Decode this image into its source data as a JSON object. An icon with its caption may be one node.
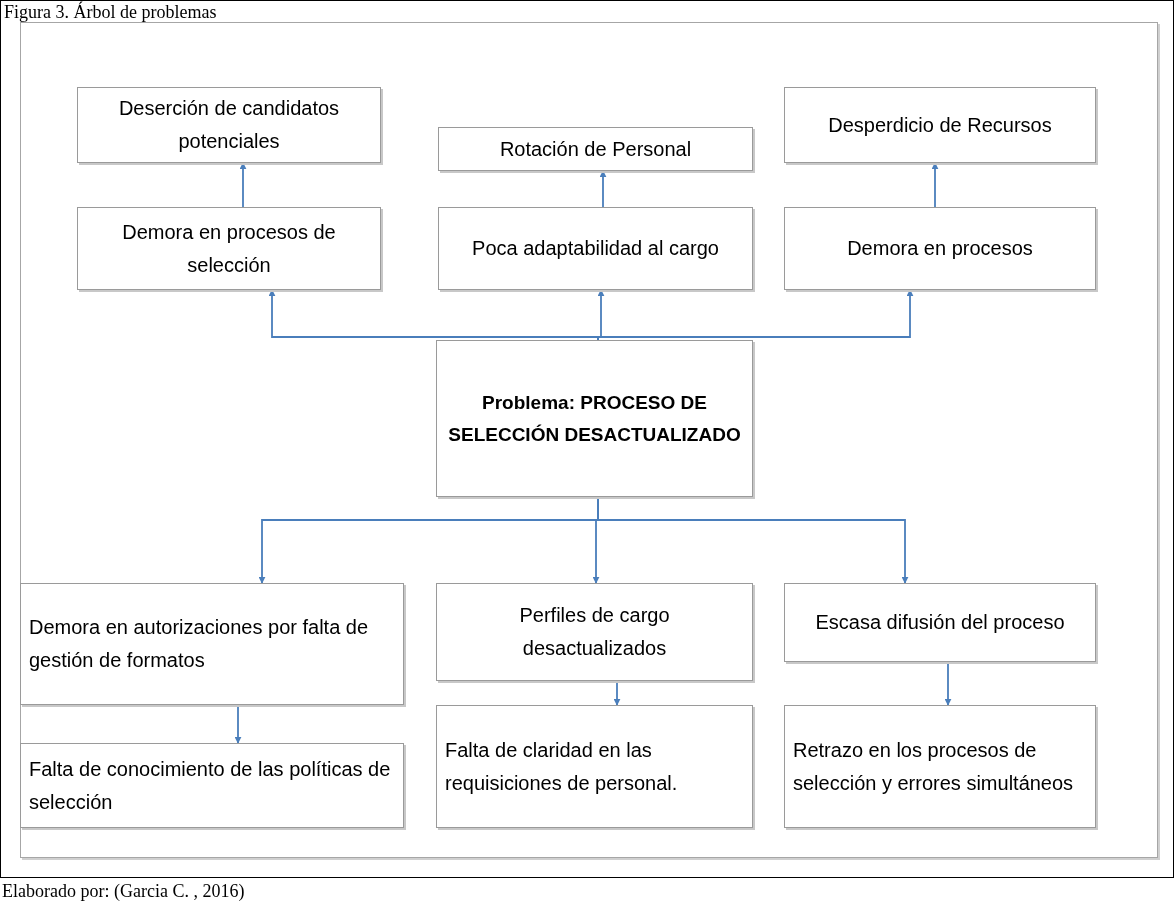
{
  "diagram": {
    "title": "Figura 3. Árbol de problemas",
    "caption": "Elaborado por: (Garcia C. , 2016)",
    "nodes": [
      {
        "text": [
          "Deserción de candidatos potenciales"
        ]
      },
      {
        "text": [
          "Rotación de Personal"
        ]
      },
      {
        "text": [
          "Desperdicio de Recursos"
        ]
      },
      {
        "text": [
          "Demora en procesos de selección"
        ]
      },
      {
        "text": [
          "Poca adaptabilidad al cargo"
        ]
      },
      {
        "text": [
          "Demora en procesos"
        ]
      },
      {
        "text": [
          "Problema: PROCESO DE SELECCIÓN DESACTUALIZADO"
        ]
      },
      {
        "text": [
          "Demora en autorizaciones por falta de gestión de formatos"
        ]
      },
      {
        "text": [
          "Perfiles de cargo desactualizados"
        ]
      },
      {
        "text": [
          "Escasa difusión del proceso"
        ]
      },
      {
        "text": [
          "Falta de conocimiento de las políticas de selección"
        ]
      },
      {
        "text": [
          "Falta de claridad en las requisiciones de personal."
        ]
      },
      {
        "text": [
          "Retrazo en los procesos de selección y errores simultáneos"
        ]
      }
    ],
    "edges": [
      {
        "from": 3,
        "to": 0,
        "arrow": "to"
      },
      {
        "from": 4,
        "to": 1,
        "arrow": "to"
      },
      {
        "from": 5,
        "to": 2,
        "arrow": "to"
      },
      {
        "from": 6,
        "to": 3,
        "arrow": "to"
      },
      {
        "from": 6,
        "to": 4,
        "arrow": "to"
      },
      {
        "from": 6,
        "to": 5,
        "arrow": "to"
      },
      {
        "from": 6,
        "to": 7,
        "arrow": "to"
      },
      {
        "from": 6,
        "to": 8,
        "arrow": "to"
      },
      {
        "from": 6,
        "to": 9,
        "arrow": "to"
      },
      {
        "from": 7,
        "to": 10,
        "arrow": "to"
      },
      {
        "from": 8,
        "to": 11,
        "arrow": "to"
      },
      {
        "from": 9,
        "to": 12,
        "arrow": "to"
      }
    ]
  }
}
